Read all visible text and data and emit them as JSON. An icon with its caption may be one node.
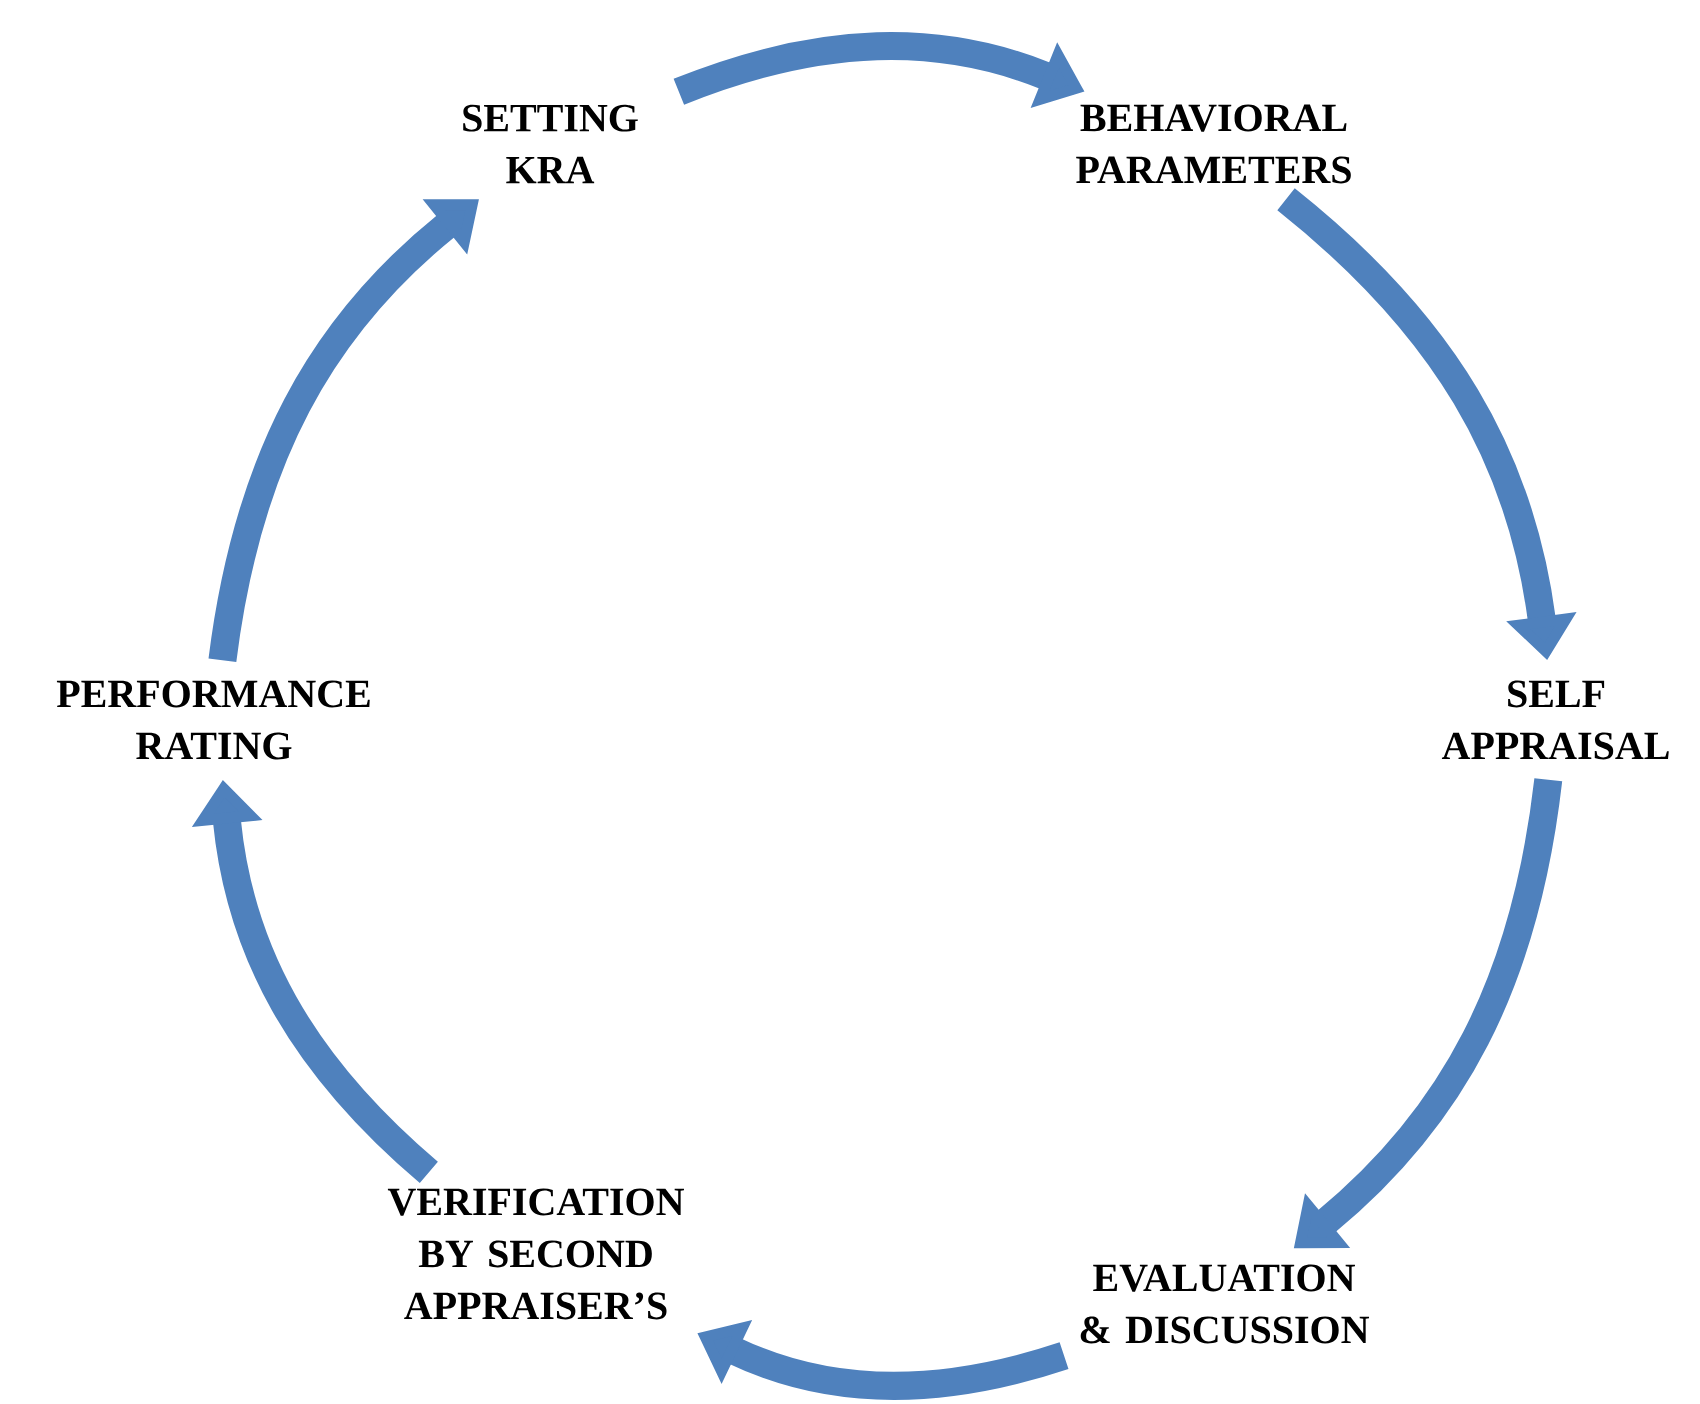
{
  "diagram": {
    "nodes": [
      {
        "text": [
          "SETTING KRA"
        ]
      },
      {
        "text": [
          "BEHAVIORAL PARAMETERS"
        ]
      },
      {
        "text": [
          "SELF APPRAISAL"
        ]
      },
      {
        "text": [
          "EVALUATION & DISCUSSION"
        ]
      },
      {
        "text": [
          "VERIFICATION BY SECOND APPRAISER’S"
        ]
      },
      {
        "text": [
          "PERFORMANCE RATING"
        ]
      }
    ],
    "edges": [
      {
        "from": 0,
        "to": 1,
        "arrow": "to"
      },
      {
        "from": 1,
        "to": 2,
        "arrow": "to"
      },
      {
        "from": 2,
        "to": 3,
        "arrow": "to"
      },
      {
        "from": 3,
        "to": 4,
        "arrow": "to"
      },
      {
        "from": 4,
        "to": 5,
        "arrow": "to"
      },
      {
        "from": 5,
        "to": 0,
        "arrow": "to"
      }
    ]
  }
}
